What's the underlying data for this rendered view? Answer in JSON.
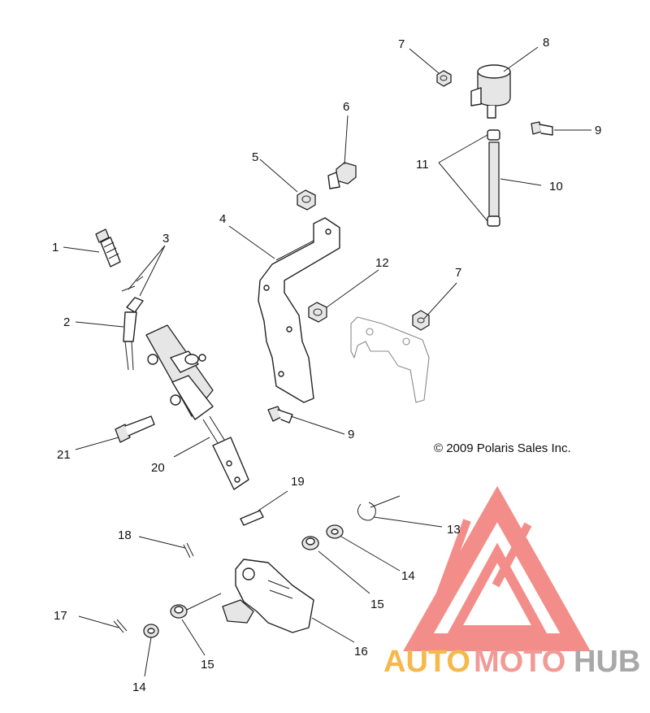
{
  "callouts": [
    "1",
    "2",
    "3",
    "4",
    "5",
    "6",
    "7",
    "8",
    "9",
    "10",
    "11",
    "12",
    "13",
    "14",
    "15",
    "16",
    "17",
    "18",
    "19",
    "20",
    "21"
  ],
  "copyright": "© 2009 Polaris Sales Inc.",
  "watermark": {
    "part1": "AUTO",
    "part2": "MOTO",
    "part3": "HUB",
    "colors": {
      "auto": "#f7b84a",
      "moto": "#f29a96",
      "hub": "#a8a8a8",
      "triangle": "#f27a76"
    }
  }
}
